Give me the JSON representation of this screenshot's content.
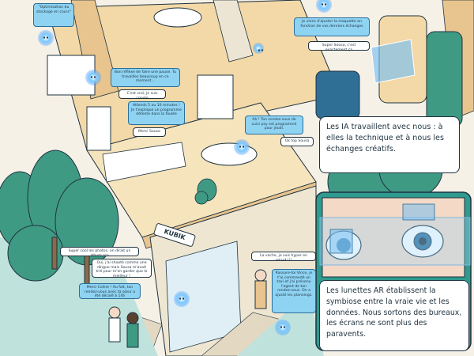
{
  "sign": {
    "label": "KUBIK"
  },
  "bubbles": {
    "b1": "\"Optimisation du stockage en cours\"",
    "b2": "Je viens d'ajuster la maquette en fonction de vos derniers échanges",
    "b3": "Super Sousa, c'est exactement ça",
    "b4": "Bon réflexe de faire une pause. Tu travailles beaucoup en ce moment…",
    "b5": "C'est vrai, je suis crevée",
    "b6": "Attends 5 ou 10 minutes ! Je t'explique un programme détente dans la foulée",
    "b7": "Merci Sousa",
    "b8": "Ah ! Ton rendez-vous de suivi psy est programmé pour jeudi.",
    "b9": "Ok top Sousa",
    "b10": "Super cool les photos, on dirait un album pro",
    "b11": "Oui, j'ai shooté comme une dingue mais Sousa m'avait trié pour m'en garder que le meilleur !",
    "b12": "Merci Coline ! Au fait, ton rendez-vous avec ta sœur a été décalé à 14h",
    "b13": "La vache, je suis hyper en retard !!!",
    "b14": "Rassure-toi Vince, je t'ai commandé un taxi et j'ai prévenu l'agent de ton rendez-vous. On a ajusté les plannings."
  },
  "captions": {
    "c1": "Les IA travaillent avec nous : à elles la technique et à nous les échanges créatifs.",
    "c2": "Les lunettes AR établissent la symbiose entre la vraie vie et les données. Nous sortons des bureaux, les écrans ne sont plus des paravents."
  },
  "colors": {
    "background": "#f6f1e7",
    "ink": "#1f3340",
    "ai_glow": "#79c8ff",
    "bubble_blue": "#8fd3f2",
    "tree_green": "#3f9a84",
    "floor_sand": "#f3d9a8",
    "wall_beige": "#e8c48e"
  }
}
